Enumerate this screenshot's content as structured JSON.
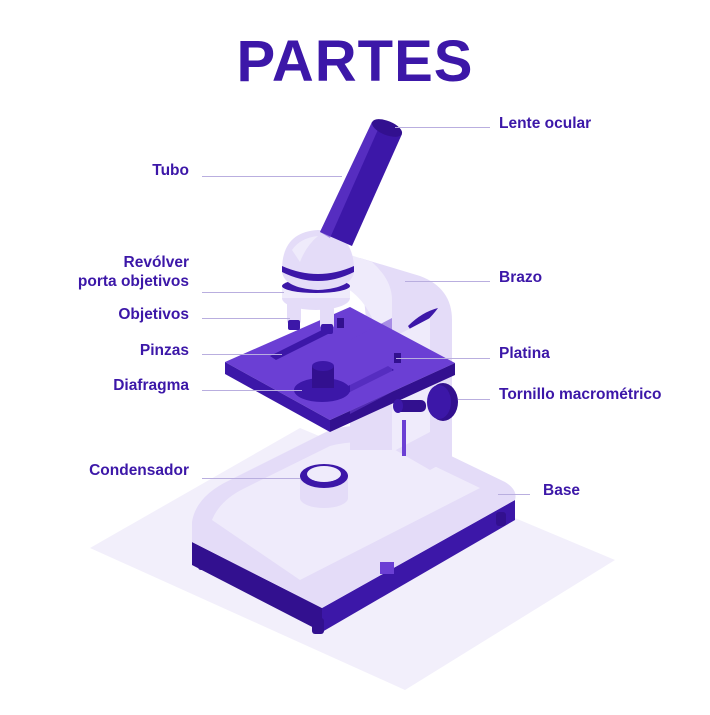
{
  "title": "PARTES",
  "colors": {
    "primary": "#3c17a8",
    "dark": "#32108f",
    "mid": "#6b3fd4",
    "light": "#e4dcf8",
    "pale": "#efebfb",
    "platform": "#f2effb",
    "leader": "#b9aedf"
  },
  "labels": {
    "tubo": "Tubo",
    "revolver_1": "Revólver",
    "revolver_2": "porta objetivos",
    "objetivos": "Objetivos",
    "pinzas": "Pinzas",
    "diafragma": "Diafragma",
    "condensador": "Condensador",
    "lente_ocular": "Lente ocular",
    "brazo": "Brazo",
    "platina": "Platina",
    "tornillo": "Tornillo macrométrico",
    "base": "Base"
  }
}
